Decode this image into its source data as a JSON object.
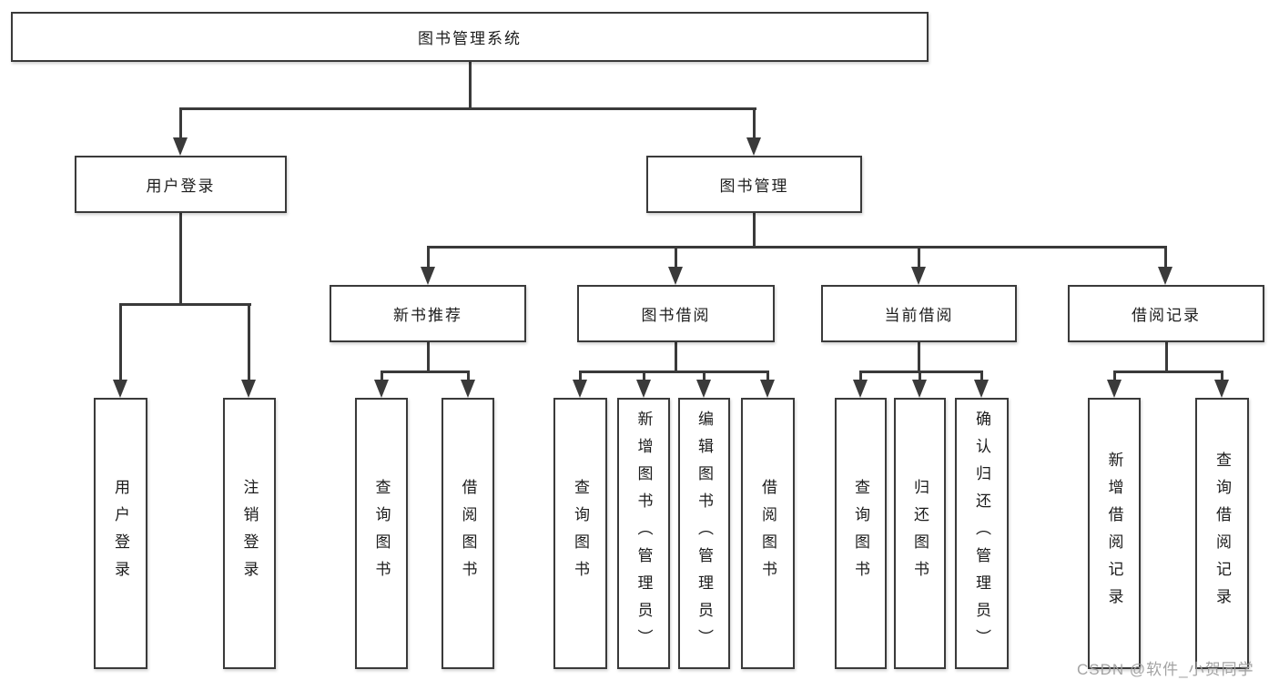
{
  "diagram": {
    "root": {
      "label": "图书管理系统"
    },
    "children": [
      {
        "label": "用户登录",
        "children": [
          {
            "label": "用户登录"
          },
          {
            "label": "注销登录"
          }
        ]
      },
      {
        "label": "图书管理",
        "children": [
          {
            "label": "新书推荐",
            "children": [
              {
                "label": "查询图书"
              },
              {
                "label": "借阅图书"
              }
            ]
          },
          {
            "label": "图书借阅",
            "children": [
              {
                "label": "查询图书"
              },
              {
                "label": "新增图书（管理员）"
              },
              {
                "label": "编辑图书（管理员）"
              },
              {
                "label": "借阅图书"
              }
            ]
          },
          {
            "label": "当前借阅",
            "children": [
              {
                "label": "查询图书"
              },
              {
                "label": "归还图书"
              },
              {
                "label": "确认归还（管理员）"
              }
            ]
          },
          {
            "label": "借阅记录",
            "children": [
              {
                "label": "新增借阅记录"
              },
              {
                "label": "查询借阅记录"
              }
            ]
          }
        ]
      }
    ]
  },
  "watermark": {
    "text": "CSDN @软件_小贺同学"
  },
  "colors": {
    "line": "#3a3a3a",
    "box_border": "#3a3a3a",
    "box_fill": "#ffffff",
    "text": "#1c1c1c",
    "watermark": "#9e9e9e",
    "background": "#ffffff"
  }
}
